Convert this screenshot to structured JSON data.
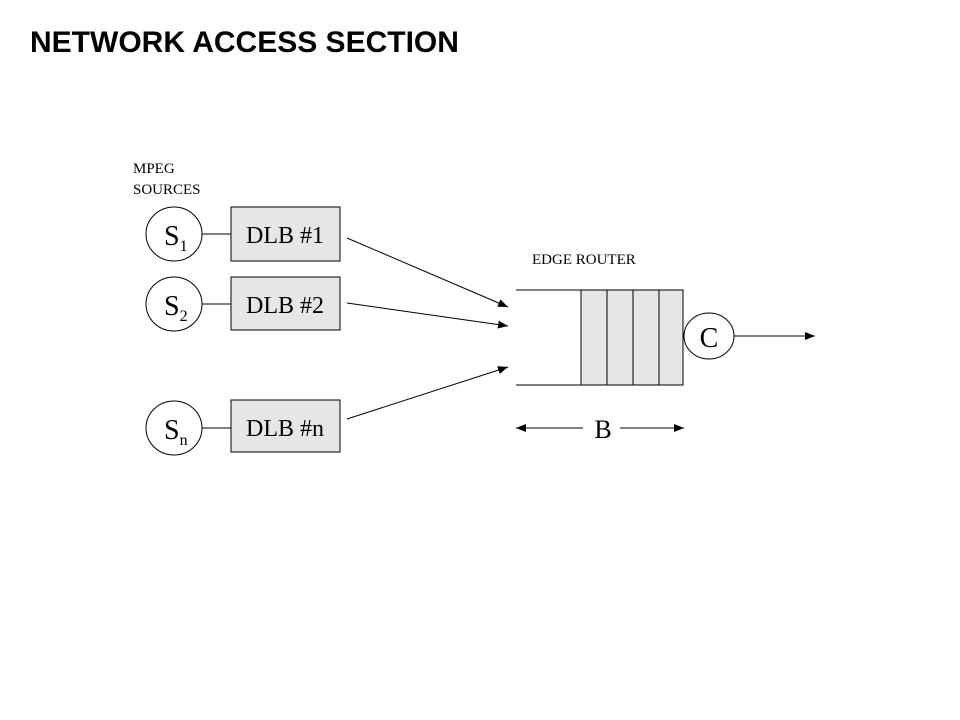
{
  "title": "NETWORK ACCESS SECTION",
  "sources_label": [
    "MPEG",
    "SOURCES"
  ],
  "router_label": "EDGE ROUTER",
  "sources": [
    {
      "letter": "S",
      "subscript": "1",
      "dlb": "DLB #1"
    },
    {
      "letter": "S",
      "subscript": "2",
      "dlb": "DLB #2"
    },
    {
      "letter": "S",
      "subscript": "n",
      "dlb": "DLB #n"
    }
  ],
  "server_label": "C",
  "buffer_label": "B",
  "colors": {
    "box_fill": "#e6e6e6",
    "stroke": "#000000"
  }
}
